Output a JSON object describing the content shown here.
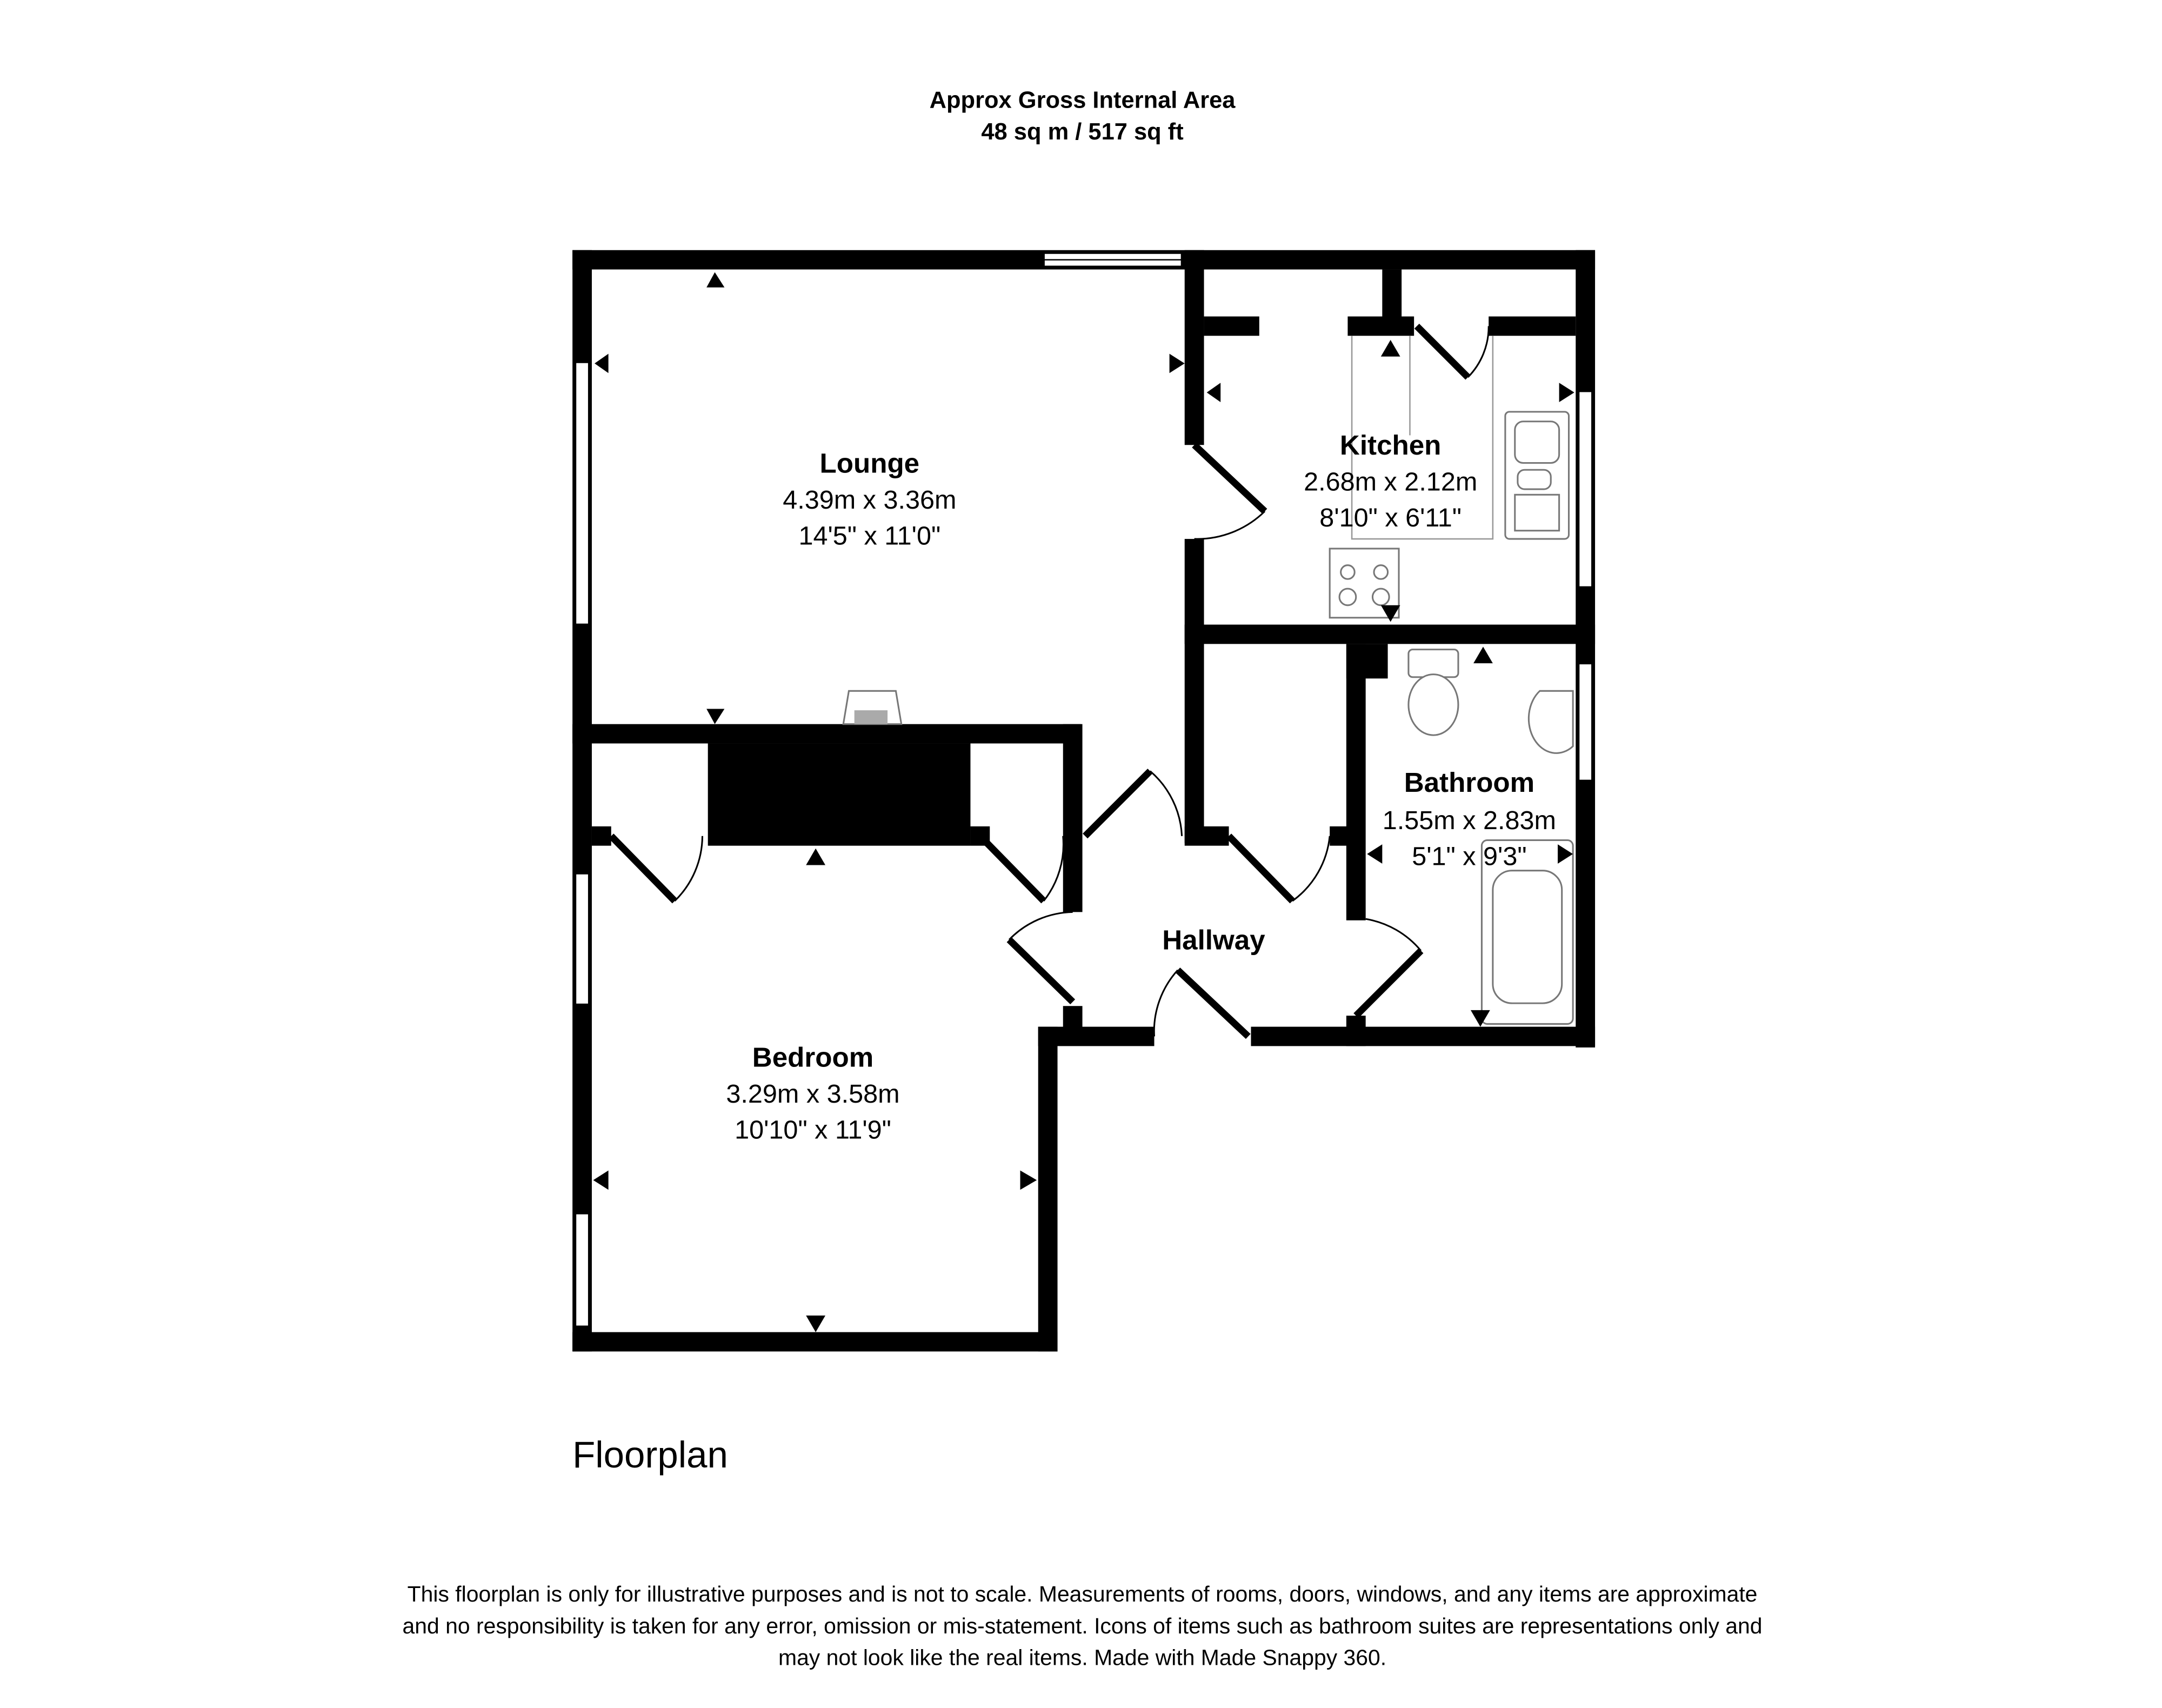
{
  "header": {
    "line1": "Approx Gross Internal Area",
    "line2": "48 sq m / 517 sq ft"
  },
  "rooms": [
    {
      "name": "Lounge",
      "metric": "4.39m x 3.36m",
      "imperial": "14'5\" x 11'0\""
    },
    {
      "name": "Kitchen",
      "metric": "2.68m x 2.12m",
      "imperial": "8'10\" x 6'11\""
    },
    {
      "name": "Bathroom",
      "metric": "1.55m x 2.83m",
      "imperial": "5'1\" x 9'3\""
    },
    {
      "name": "Hallway"
    },
    {
      "name": "Bedroom",
      "metric": "3.29m x 3.58m",
      "imperial": "10'10\" x 11'9\""
    }
  ],
  "floor_label": "Floorplan",
  "disclaimer": [
    "This floorplan is only for illustrative purposes and is not to scale. Measurements of rooms, doors, windows, and any items are approximate",
    "and no responsibility is taken for any error, omission or mis-statement. Icons of items such as bathroom suites are representations only and",
    "may not look like the real items. Made with Made Snappy 360."
  ]
}
